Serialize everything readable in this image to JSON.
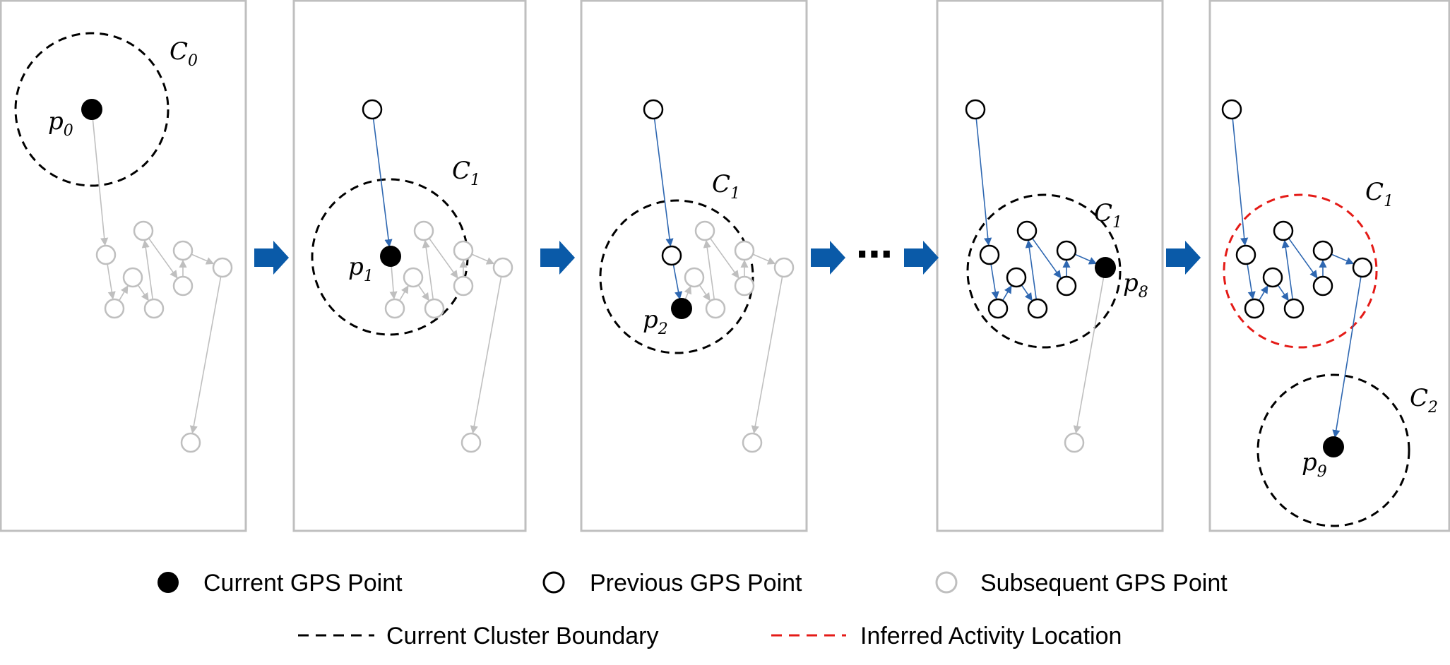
{
  "colors": {
    "panel_border": "#bfbfbf",
    "current_point": "#000000",
    "previous_point": "#000000",
    "subsequent_point": "#bfbfbf",
    "blue_arrow": "#2e67b1",
    "flow_arrow": "#0a5aa8",
    "cluster_boundary": "#000000",
    "inferred_boundary": "#e41b17"
  },
  "ellipsis": "⋯",
  "panels": [
    {
      "cluster": {
        "main": "C",
        "sub": "0"
      },
      "point": {
        "main": "p",
        "sub": "0"
      }
    },
    {
      "cluster": {
        "main": "C",
        "sub": "1"
      },
      "point": {
        "main": "p",
        "sub": "1"
      }
    },
    {
      "cluster": {
        "main": "C",
        "sub": "1"
      },
      "point": {
        "main": "p",
        "sub": "2"
      }
    },
    {
      "cluster": {
        "main": "C",
        "sub": "1"
      },
      "point": {
        "main": "p",
        "sub": "8"
      }
    },
    {
      "cluster": {
        "main": "C",
        "sub": "1"
      },
      "cluster2": {
        "main": "C",
        "sub": "2"
      },
      "point": {
        "main": "p",
        "sub": "9"
      }
    }
  ],
  "legend": {
    "current": "Current GPS Point",
    "previous": "Previous GPS Point",
    "subsequent": "Subsequent GPS Point",
    "boundary": "Current Cluster Boundary",
    "inferred": "Inferred Activity Location"
  }
}
